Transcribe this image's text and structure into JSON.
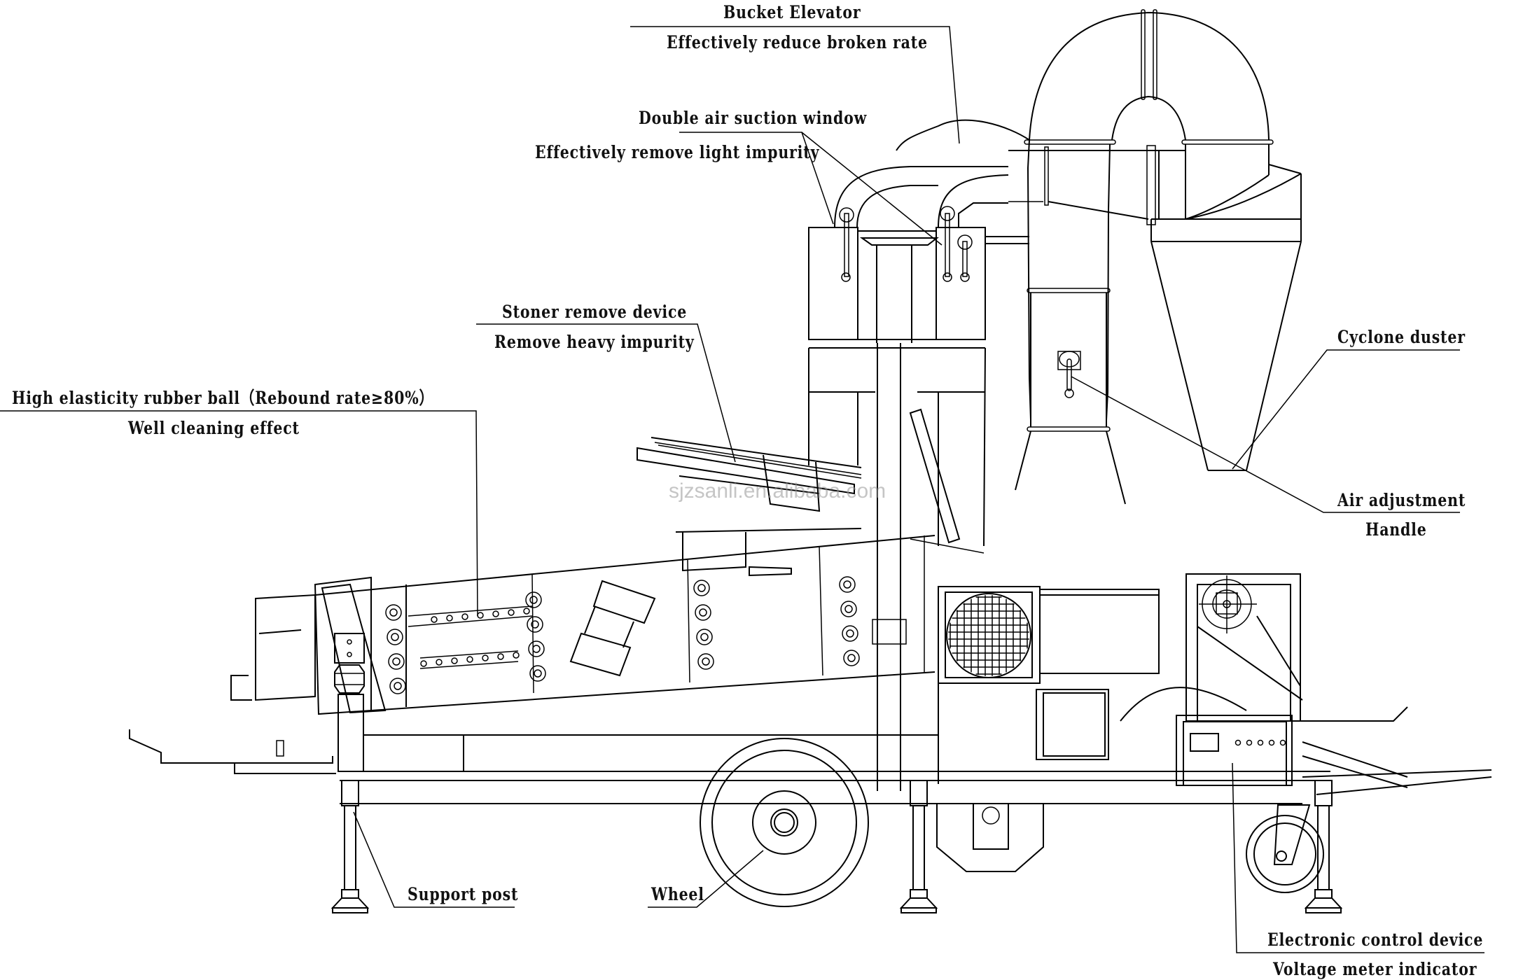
{
  "diagram": {
    "subject": "Seed cleaning machine with gravity table (side view)",
    "line_color": "#000000",
    "background": "#ffffff",
    "watermark": "sjzsanli.en.alibaba.com"
  },
  "callouts": [
    {
      "id": "bucket-elevator",
      "title": "Bucket Elevator",
      "subtitle": "Effectively reduce broken rate"
    },
    {
      "id": "double-air-suction-window",
      "title": "Double air suction window",
      "subtitle": "Effectively remove light impurity"
    },
    {
      "id": "stoner-remove-device",
      "title": "Stoner remove device",
      "subtitle": "Remove heavy impurity"
    },
    {
      "id": "rubber-ball",
      "title": "High elasticity rubber ball（Rebound rate≥80%）",
      "subtitle": "Well cleaning effect"
    },
    {
      "id": "cyclone-duster",
      "title": "Cyclone duster",
      "subtitle": ""
    },
    {
      "id": "air-adjustment-handle",
      "title": "Air adjustment",
      "subtitle": "Handle"
    },
    {
      "id": "support-post",
      "title": "Support post",
      "subtitle": ""
    },
    {
      "id": "wheel",
      "title": "Wheel",
      "subtitle": ""
    },
    {
      "id": "electronic-control-device",
      "title": "Electronic control device",
      "subtitle": "Voltage meter indicator"
    }
  ]
}
